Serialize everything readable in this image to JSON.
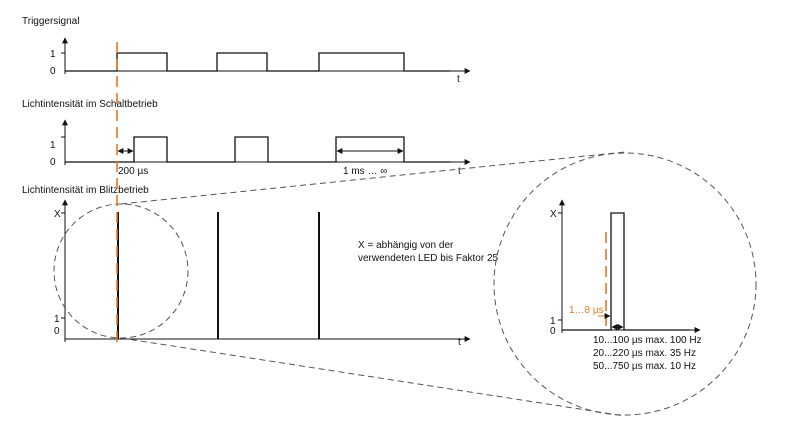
{
  "sections": {
    "trigger": {
      "title": "Triggersignal",
      "y_high": "1",
      "y_low": "0",
      "t": "t"
    },
    "switching": {
      "title": "Lichtintensität im Schaltbetrieb",
      "y_high": "1",
      "y_low": "0",
      "t": "t",
      "delay_label": "200 µs",
      "duration_label": "1 ms … ∞"
    },
    "flash": {
      "title": "Lichtintensität im Blitzbetrieb",
      "y_x": "X",
      "y_high": "1",
      "y_low": "0",
      "t": "t"
    }
  },
  "note": {
    "line1": "X = abhängig von der",
    "line2": "verwendeten LED bis Faktor 25"
  },
  "zoom": {
    "y_x": "X",
    "y_high": "1",
    "y_low": "0",
    "delay_label": "1…8 µs",
    "pulse_specs": [
      "10...100 µs max. 100 Hz",
      "20...220 µs max. 35 Hz",
      "50...750 µs max. 10 Hz"
    ]
  },
  "colors": {
    "trigger_line": "#e87722",
    "signal": "#111111",
    "zoom_outline": "#555555"
  }
}
